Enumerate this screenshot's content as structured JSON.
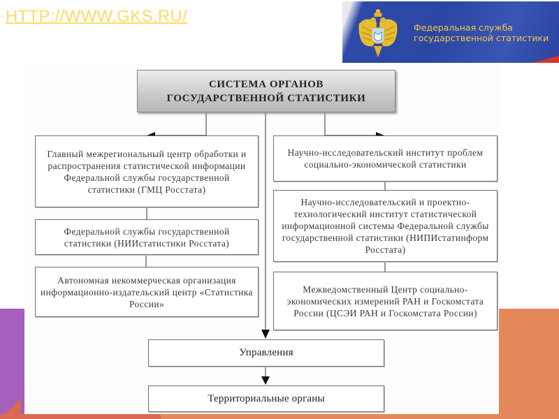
{
  "header": {
    "url_link": "HTTP://WWW.GKS.RU/",
    "logo": {
      "emblem_icon": "double-headed-eagle-emblem",
      "line1": "Федеральная служба",
      "line2": "государственной статистики"
    }
  },
  "colors": {
    "url_link": "#ffd966",
    "logo_background": "#2b46a3",
    "logo_text": "#f0c94a",
    "accent_purple": "#a55fbd",
    "accent_orange": "#e4885c",
    "accent_red_orange": "#d9694f"
  },
  "diagram": {
    "root": {
      "line1": "СИСТЕМА ОРГАНОВ",
      "line2": "ГОСУДАРСТВЕННОЙ СТАТИСТИКИ"
    },
    "left_branch": [
      {
        "text": "Главный межрегиональный центр обработки и распространения статистической информации Федеральной службы государственной статистики (ГМЦ Росстата)"
      },
      {
        "text": "Федеральной службы государственной статистики (НИИстатистики Росстата)"
      },
      {
        "text": "Автономная некоммерческая организация информационно-издательский центр «Статистика России»"
      }
    ],
    "right_branch": [
      {
        "text": "Научно-исследовательский институт проблем социально-экономической статистики"
      },
      {
        "text": "Научно-исследовательский и проектно-технологический институт статистической информационной системы Федеральной службы государственной статистики (НИПИстатинформ Росстата)"
      },
      {
        "text": "Межведомственный Центр социально-экономических измерений РАН и Госкомстата России (ЦСЭИ РАН и Госкомстата России)"
      }
    ],
    "center_chain": [
      {
        "text": "Управления"
      },
      {
        "text": "Территориальные органы"
      }
    ],
    "edges": [
      {
        "from": "root",
        "to": "left_branch.0",
        "arrow": "left"
      },
      {
        "from": "root",
        "to": "right_branch.0",
        "arrow": "right"
      },
      {
        "from": "left_branch.0",
        "to": "left_branch.1",
        "arrow": "none"
      },
      {
        "from": "left_branch.1",
        "to": "left_branch.2",
        "arrow": "none"
      },
      {
        "from": "right_branch.0",
        "to": "right_branch.1",
        "arrow": "none"
      },
      {
        "from": "right_branch.1",
        "to": "right_branch.2",
        "arrow": "none"
      },
      {
        "from": "root",
        "to": "center_chain.0",
        "arrow": "down"
      },
      {
        "from": "center_chain.0",
        "to": "center_chain.1",
        "arrow": "down"
      }
    ]
  }
}
